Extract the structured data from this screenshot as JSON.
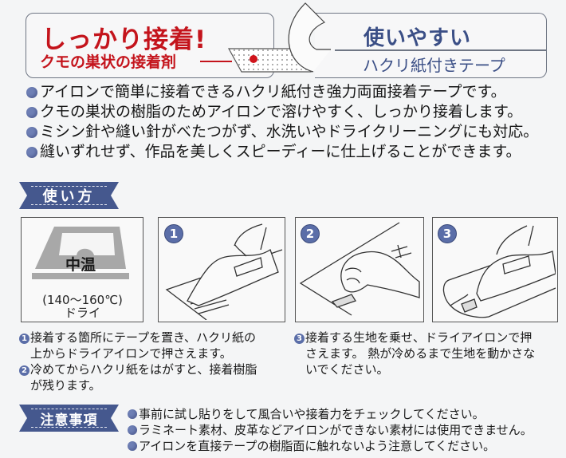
{
  "header": {
    "left": {
      "title": "しっかり接着!",
      "subtitle": "クモの巣状の接着剤"
    },
    "right": {
      "title": "使いやすい",
      "subtitle": "ハクリ紙付きテープ"
    },
    "colors": {
      "red": "#c4141c",
      "navy": "#3b4f86"
    }
  },
  "features": [
    "アイロンで簡単に接着できるハクリ紙付き強力両面接着テープです。",
    "クモの巣状の樹脂のためアイロンで溶けやすく、しっかり接着します。",
    "ミシン針や縫い針がべたつがず、水洗いやドライクリーニングにも対応。",
    "縫いずれせず、作品を美しくスピーディーに仕上げることができます。"
  ],
  "usage": {
    "ribbon_label": "使い方",
    "iron_panel": {
      "temp_label": "中温",
      "temp_range": "(140〜160℃)",
      "mode": "ドライ"
    },
    "panels": [
      {
        "number": "1",
        "illustration": "hand-ironing-tape-icon"
      },
      {
        "number": "2",
        "illustration": "hand-peeling-paper-icon"
      },
      {
        "number": "3",
        "illustration": "iron-pressing-fabric-icon"
      }
    ],
    "steps": [
      {
        "number": "1",
        "line1": "接着する箇所にテープを置き、ハクリ紙の",
        "line2": "上からドライアイロンで押さえます。"
      },
      {
        "number": "2",
        "line1": "冷めてからハクリ紙をはがすと、接着樹脂",
        "line2": "が残ります。"
      },
      {
        "number": "3",
        "line1": "接着する生地を乗せ、ドライアイロンで押",
        "line2": "さえます。 熱が冷めるまで生地を動かさな",
        "line3": "いでください。"
      }
    ]
  },
  "cautions": {
    "ribbon_label": "注意事項",
    "items": [
      "事前に試し貼りをして風合いや接着力をチェックしてください。",
      "ラミネート素材、皮革などアイロンができない素材には使用できません。",
      "アイロンを直接テープの樹脂面に触れないよう注意してください。"
    ]
  }
}
